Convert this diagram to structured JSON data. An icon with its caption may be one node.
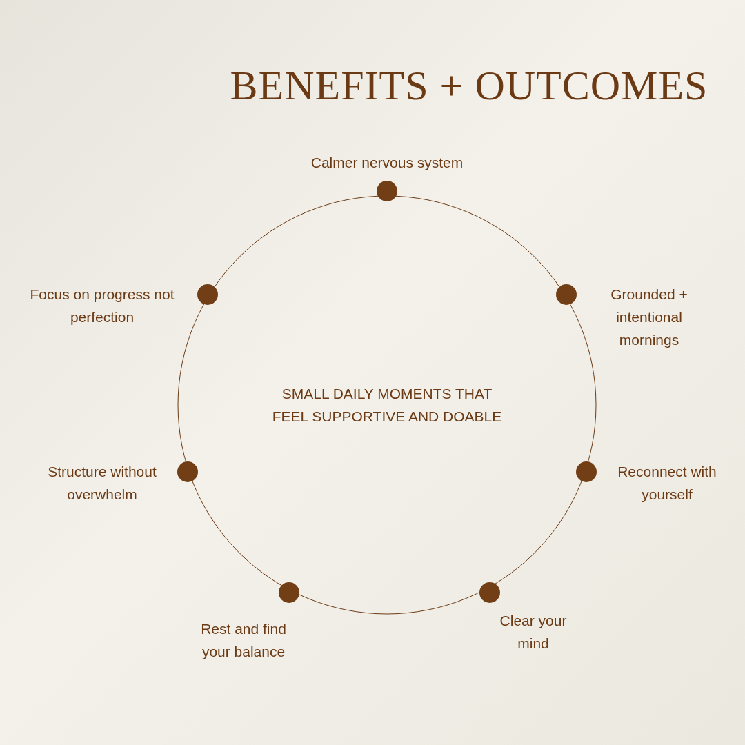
{
  "diagram": {
    "title": "BENEFITS + OUTCOMES",
    "nodes": [
      {
        "text": [],
        "shape": "circle",
        "beside": [
          "Calmer nervous system"
        ]
      },
      {
        "text": [],
        "shape": "circle",
        "beside": [
          "Grounded + intentional mornings"
        ]
      },
      {
        "text": [],
        "shape": "circle",
        "beside": [
          "Reconnect with yourself"
        ]
      },
      {
        "text": [],
        "shape": "circle",
        "beside": [
          "Clear your mind"
        ]
      },
      {
        "text": [],
        "shape": "circle",
        "beside": [
          "Rest and find your balance"
        ]
      },
      {
        "text": [],
        "shape": "circle",
        "beside": [
          "Structure without overwhelm"
        ]
      },
      {
        "text": [],
        "shape": "circle",
        "beside": [
          "Focus on progress not perfection"
        ]
      }
    ],
    "labels": [
      "SMALL DAILY MOMENTS THAT FEEL SUPPORTIVE AND DOABLE"
    ]
  }
}
